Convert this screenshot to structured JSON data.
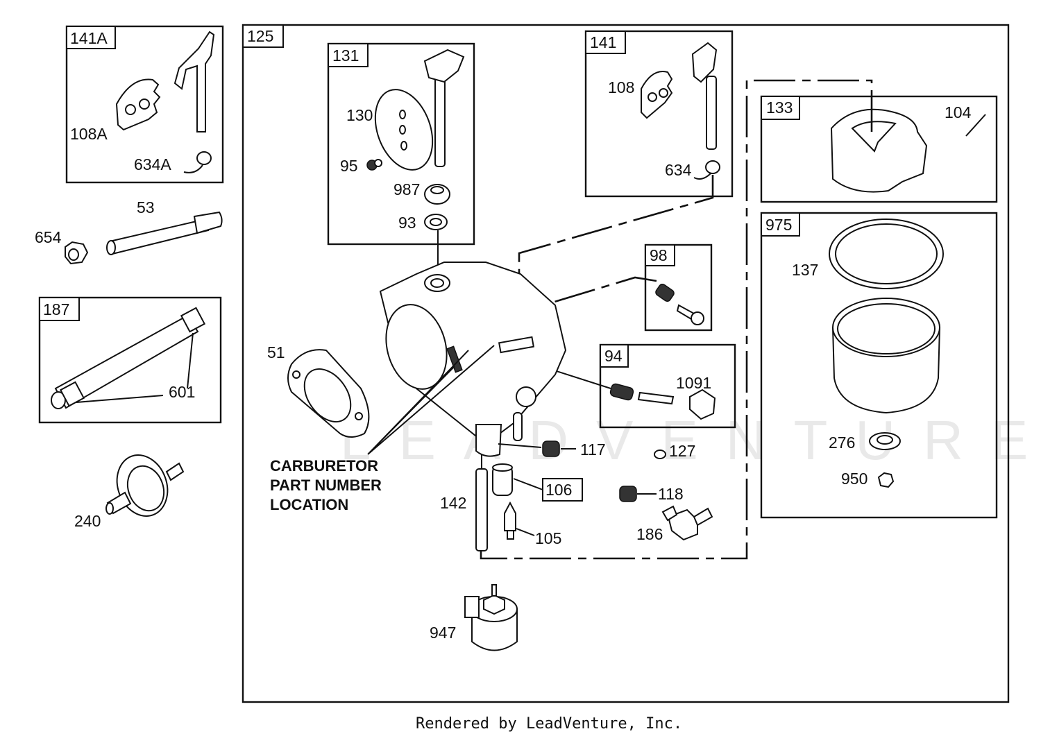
{
  "diagram": {
    "title": "Carburetor Parts Diagram",
    "watermark": "LEADVENTURE",
    "footer": "Rendered by LeadVenture, Inc.",
    "note": {
      "line1": "CARBURETOR",
      "line2": "PART NUMBER",
      "line3": "LOCATION"
    },
    "kits": {
      "k125": "125",
      "k141A": "141A",
      "k131": "131",
      "k141": "141",
      "k133": "133",
      "k975": "975",
      "k187": "187",
      "k98": "98",
      "k94": "94",
      "k106": "106"
    },
    "parts": {
      "p108A": "108A",
      "p634A": "634A",
      "p53": "53",
      "p654": "654",
      "p601": "601",
      "p240": "240",
      "p130": "130",
      "p95": "95",
      "p987": "987",
      "p93": "93",
      "p108": "108",
      "p634": "634",
      "p104": "104",
      "p137": "137",
      "p276": "276",
      "p950": "950",
      "p1091": "1091",
      "p51": "51",
      "p117": "117",
      "p127": "127",
      "p142": "142",
      "p118": "118",
      "p105": "105",
      "p186": "186",
      "p947": "947"
    }
  }
}
